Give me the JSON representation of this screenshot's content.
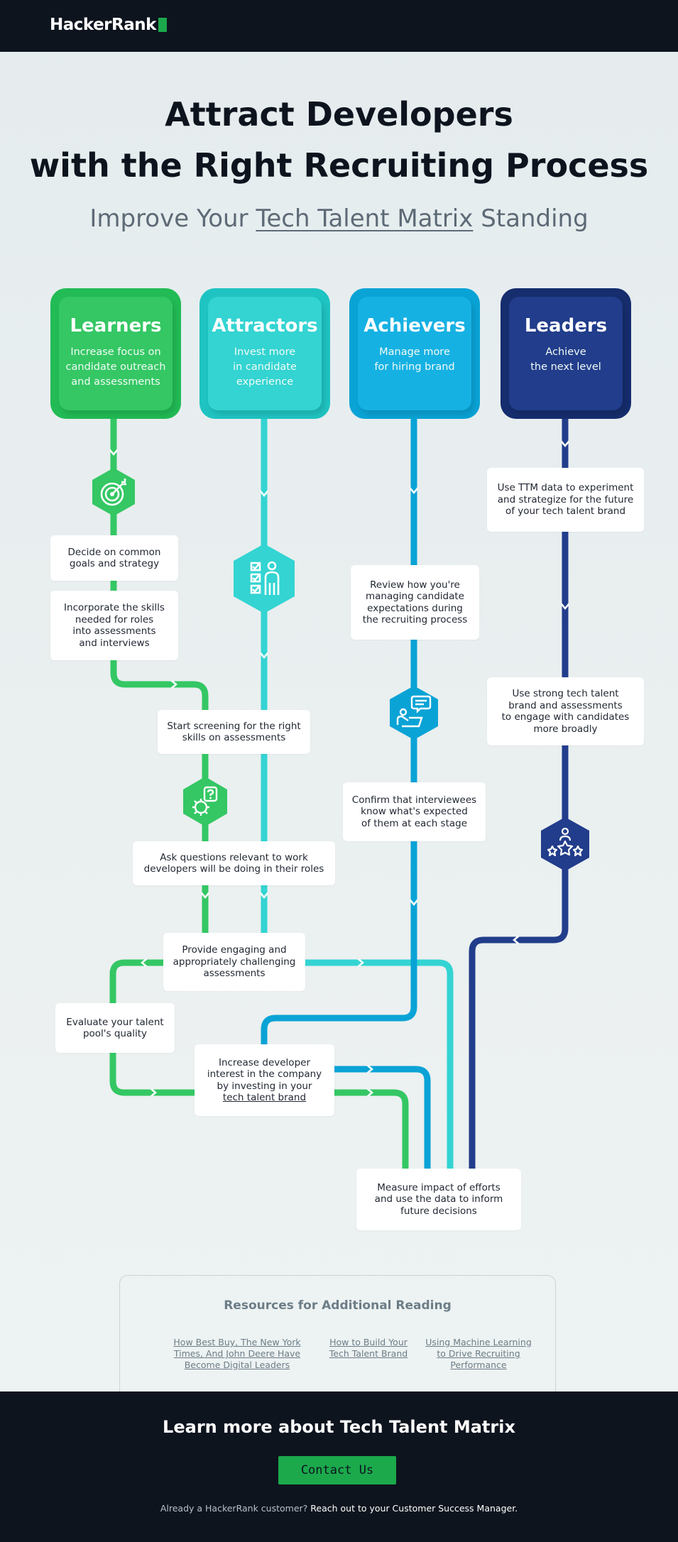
{
  "brand": {
    "name": "HackerRank",
    "accent": "#1ba94c"
  },
  "header": {
    "title_line1": "Attract Developers",
    "title_line2": "with the Right Recruiting Process",
    "subtitle_pre": "Improve Your ",
    "subtitle_link": "Tech Talent Matrix",
    "subtitle_post": " Standing"
  },
  "columns": [
    {
      "name": "Learners",
      "desc_lines": [
        "Increase focus on",
        "candidate outreach",
        "and assessments"
      ],
      "color": "#34c764"
    },
    {
      "name": "Attractors",
      "desc_lines": [
        "Invest more",
        "in candidate",
        "experience"
      ],
      "color": "#33d4d2"
    },
    {
      "name": "Achievers",
      "desc_lines": [
        "Manage more",
        "for hiring brand"
      ],
      "color": "#16b1e3"
    },
    {
      "name": "Leaders",
      "desc_lines": [
        "Achieve",
        "the next level"
      ],
      "color": "#213d8b"
    }
  ],
  "steps": {
    "goals": [
      "Decide on common",
      "goals and strategy"
    ],
    "skills": [
      "Incorporate the skills",
      "needed for roles",
      "into assessments",
      "and interviews"
    ],
    "screening": [
      "Start screening for the right",
      "skills on assessments"
    ],
    "questions": [
      "Ask questions relevant to work",
      "developers will be doing in their roles"
    ],
    "engaging": [
      "Provide engaging and",
      "appropriately challenging",
      "assessments"
    ],
    "evaluate": [
      "Evaluate your talent",
      "pool's quality"
    ],
    "interest": [
      "Increase developer",
      "interest in the company",
      "by investing in your",
      "tech talent brand"
    ],
    "review": [
      "Review how you're",
      "managing candidate",
      "expectations during",
      "the recruiting process"
    ],
    "confirm": [
      "Confirm that interviewees",
      "know what's expected",
      "of them at each stage"
    ],
    "ttm": [
      "Use TTM data to experiment",
      "and strategize for the future",
      "of your tech talent brand"
    ],
    "strong": [
      "Use strong tech talent",
      "brand and assessments",
      "to engage with candidates",
      "more broadly"
    ],
    "measure": [
      "Measure impact of efforts",
      "and use the data to inform",
      "future decisions"
    ]
  },
  "icons": {
    "learners": "target-icon",
    "attractors": "checklist-person-icon",
    "learners2": "gear-question-icon",
    "achievers": "chat-laptop-icon",
    "leaders": "star-person-icon"
  },
  "resources": {
    "title": "Resources for Additional Reading",
    "links": [
      [
        "How Best Buy, The New York",
        "Times, And John Deere Have",
        "Become Digital Leaders"
      ],
      [
        "How to Build Your",
        "Tech Talent Brand"
      ],
      [
        "Using Machine Learning",
        "to Drive Recruiting",
        "Performance"
      ]
    ]
  },
  "footer": {
    "title": "Learn more about Tech Talent Matrix",
    "cta": "Contact Us",
    "note_pre": "Already a HackerRank customer? ",
    "note_link": "Reach out to your Customer Success Manager."
  }
}
